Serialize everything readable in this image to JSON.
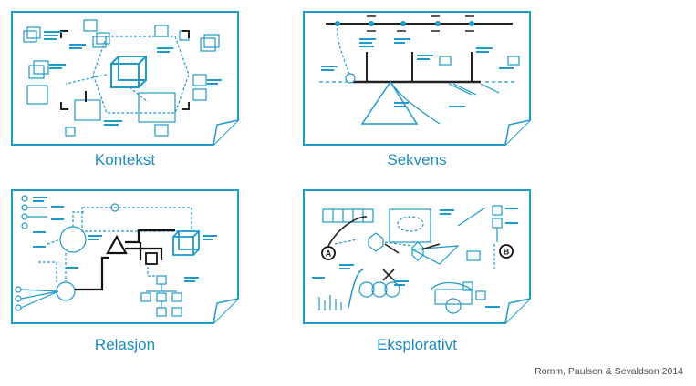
{
  "panels": [
    {
      "title": "Kontekst"
    },
    {
      "title": "Sekvens"
    },
    {
      "title": "Relasjon"
    },
    {
      "title": "Eksplorativt"
    }
  ],
  "node_markers": {
    "a": "A",
    "b": "B"
  },
  "credit": "Romm, Paulsen & Sevaldson 2014",
  "colors": {
    "accent": "#1e9ac9",
    "dark": "#222222",
    "caption": "#1e8cc0"
  }
}
